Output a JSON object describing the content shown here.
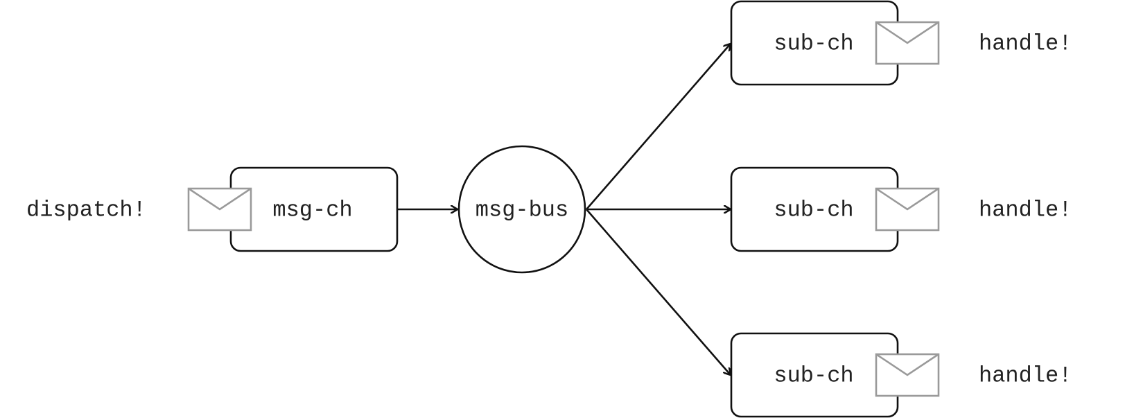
{
  "source": {
    "action_label": "dispatch!",
    "channel_label": "msg-ch",
    "envelope_icon": "envelope-icon"
  },
  "bus": {
    "label": "msg-bus"
  },
  "subscribers": [
    {
      "channel_label": "sub-ch",
      "action_label": "handle!",
      "envelope_icon": "envelope-icon"
    },
    {
      "channel_label": "sub-ch",
      "action_label": "handle!",
      "envelope_icon": "envelope-icon"
    },
    {
      "channel_label": "sub-ch",
      "action_label": "handle!",
      "envelope_icon": "envelope-icon"
    }
  ],
  "colors": {
    "stroke": "#111111",
    "envelope": "#9a9a9a",
    "text": "#222222"
  }
}
